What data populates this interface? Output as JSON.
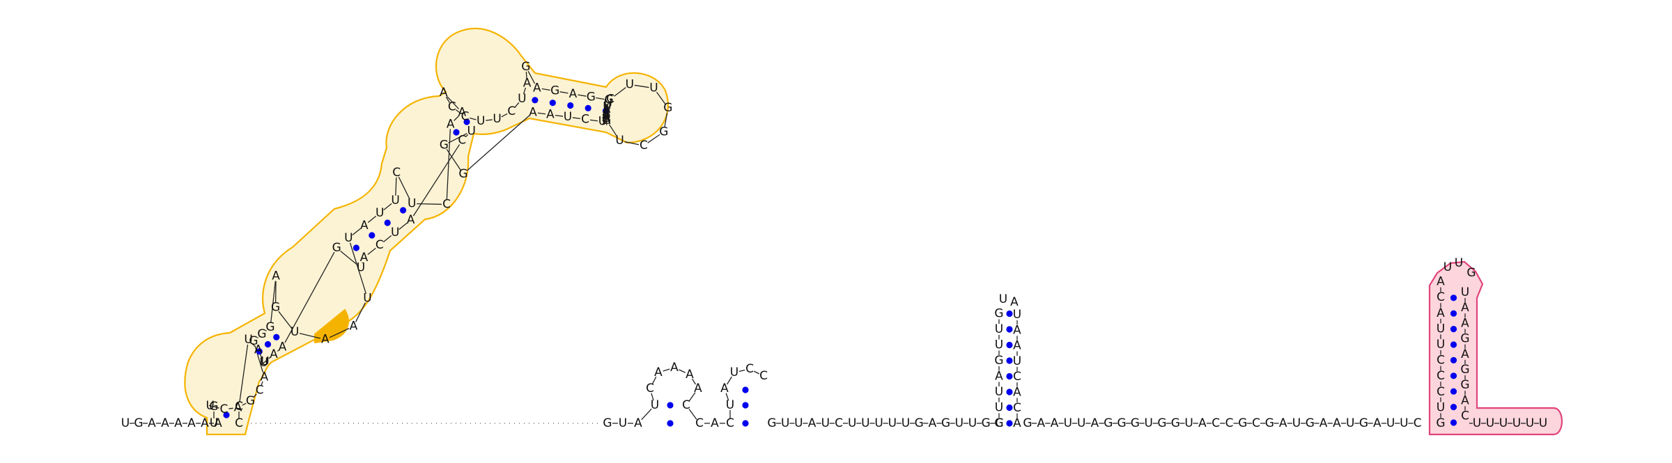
{
  "colors": {
    "nucleotide_text": "#111111",
    "base_pair_dot": "#0000ee",
    "highlight_orange_fill": "#fcf3d4",
    "highlight_orange_stroke": "#f5b301",
    "highlight_pink_fill": "#fcd5dd",
    "highlight_pink_stroke": "#e0457b",
    "background": "#ffffff"
  },
  "nucleotide_segments": {
    "left_tail": "UGAAAAAA",
    "left_stem_5p": "UGUCAGCAGGGAGUAAUUAUUCUCAAACCUUCUAGAGAGGAAUUUUU",
    "left_loop": "CUUGGCUGAAAAAUU",
    "left_stem_3p": "UCUAAGGUCAUCAUGAAUUAUCCCUUGAU",
    "gap_region": "............................................",
    "hairpin2": "GUAUCAAAACCACUAUCC",
    "linker2": "GUUAUCUUUUUGAGUUGC",
    "hairpin3_5p": "GUUAGUUG",
    "hairpin3_loop": "UA",
    "hairpin3_3p": "UAAUCACA",
    "linker3": "GAAUUAGGGUGGUACCGCGAUGAAUGAUUC",
    "terminator_5p": "GUCCCUUACA",
    "terminator_loop": "UUG",
    "terminator_3p": "UAAGAGGAC",
    "right_tail": "UUUUUU"
  }
}
